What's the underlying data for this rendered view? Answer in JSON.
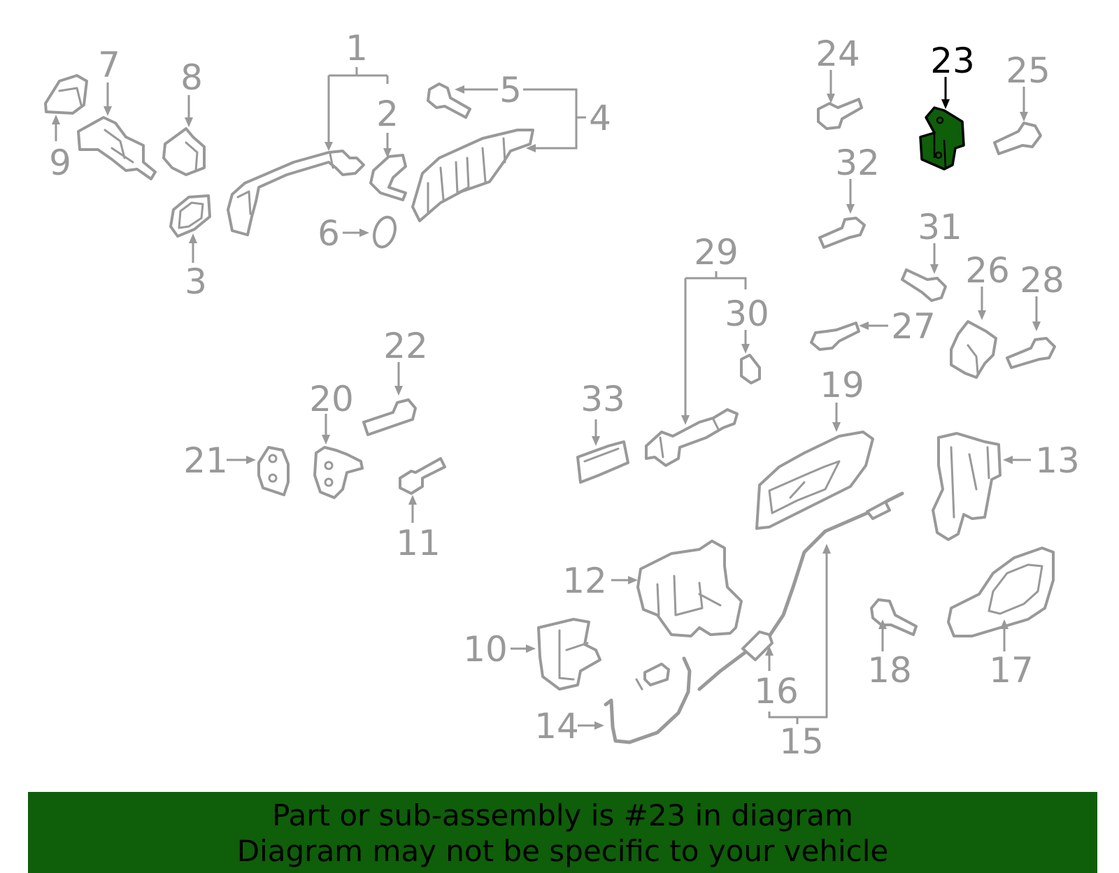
{
  "colors": {
    "part_outline": "#999999",
    "highlight_part": "#0f5e0a",
    "highlight_label": "#000000",
    "banner_bg": "#0f5e0a",
    "banner_text": "#000000"
  },
  "highlighted_part": "23",
  "callouts": {
    "c1": "1",
    "c2": "2",
    "c3": "3",
    "c4": "4",
    "c5": "5",
    "c6": "6",
    "c7": "7",
    "c8": "8",
    "c9": "9",
    "c10": "10",
    "c11": "11",
    "c12": "12",
    "c13": "13",
    "c14": "14",
    "c15": "15",
    "c16": "16",
    "c17": "17",
    "c18": "18",
    "c19": "19",
    "c20": "20",
    "c21": "21",
    "c22": "22",
    "c23": "23",
    "c24": "24",
    "c25": "25",
    "c26": "26",
    "c27": "27",
    "c28": "28",
    "c29": "29",
    "c30": "30",
    "c31": "31",
    "c32": "32",
    "c33": "33"
  },
  "banner": {
    "line1": "Part or sub-assembly is #23 in diagram",
    "line2": "Diagram may not be specific to your vehicle"
  }
}
